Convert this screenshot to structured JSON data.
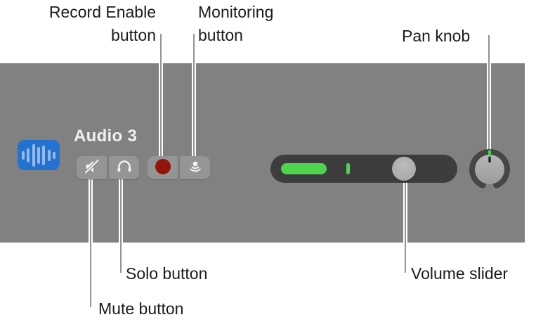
{
  "track_header": {
    "name": "Audio 3",
    "track_icon": "audio-waveform-icon",
    "buttons": [
      {
        "id": "mute",
        "icon": "speaker-muted-icon"
      },
      {
        "id": "solo",
        "icon": "headphones-icon"
      },
      {
        "id": "record_enable",
        "icon": "record-dot-icon"
      },
      {
        "id": "monitoring",
        "icon": "monitoring-waves-icon"
      }
    ],
    "volume": {
      "control": "volume-slider"
    },
    "pan": {
      "control": "pan-knob"
    }
  },
  "callouts": {
    "record_enable": {
      "lines": [
        "Record Enable",
        "button"
      ]
    },
    "monitoring": {
      "lines": [
        "Monitoring",
        "button"
      ]
    },
    "pan": {
      "label": "Pan knob"
    },
    "mute": {
      "label": "Mute button"
    },
    "solo": {
      "label": "Solo button"
    },
    "volume": {
      "label": "Volume slider"
    }
  },
  "colors": {
    "strip_gray": "#818181",
    "button_gray": "#959595",
    "icon_white": "#F4F4F4",
    "track_icon_blue": "#2371D0",
    "record_red": "#931409",
    "meter_green": "#4FD44F",
    "slider_track_dark": "#3D3D3D",
    "knob_ring_dark": "#464646",
    "knob_face_gray": "#ABABAB",
    "label_text": "#1B1B1B",
    "callout_line_core": "#939393",
    "callout_line_casing": "#FFFFFF"
  }
}
